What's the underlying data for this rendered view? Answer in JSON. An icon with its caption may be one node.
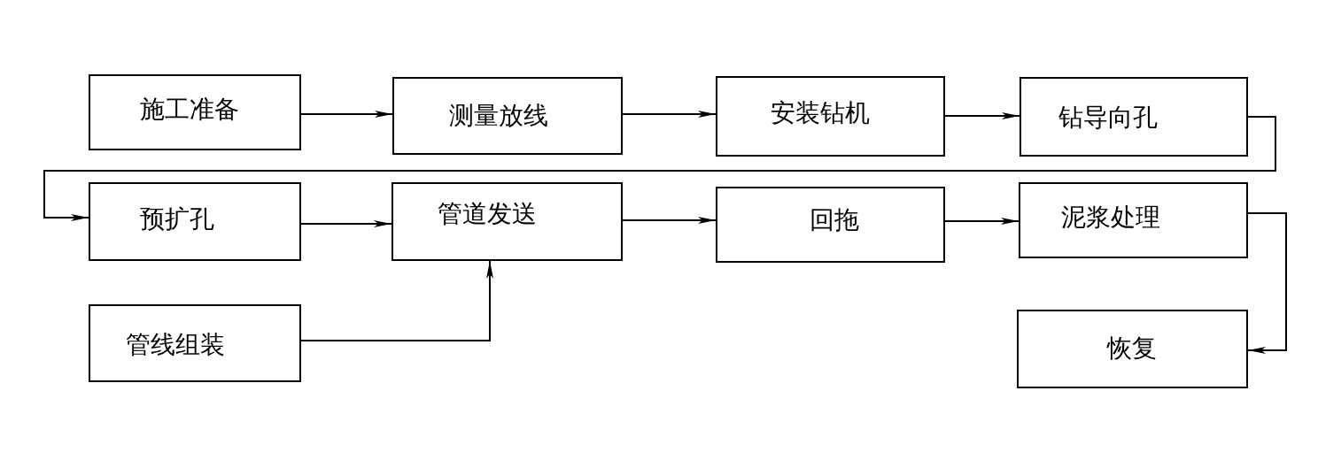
{
  "diagram": {
    "nodes": [
      {
        "text": [
          "施工准备"
        ]
      },
      {
        "text": [
          "测量放线"
        ]
      },
      {
        "text": [
          "安装钻机"
        ]
      },
      {
        "text": [
          "钻导向孔"
        ]
      },
      {
        "text": [
          "预扩孔"
        ]
      },
      {
        "text": [
          "管道发送"
        ]
      },
      {
        "text": [
          "回拖"
        ]
      },
      {
        "text": [
          "泥浆处理"
        ]
      },
      {
        "text": [
          "管线组装"
        ]
      },
      {
        "text": [
          "恢复"
        ]
      }
    ],
    "edges": [
      {
        "from": 0,
        "to": 1,
        "arrow": "to"
      },
      {
        "from": 1,
        "to": 2,
        "arrow": "to"
      },
      {
        "from": 2,
        "to": 3,
        "arrow": "to"
      },
      {
        "from": 3,
        "to": 4,
        "arrow": "to"
      },
      {
        "from": 4,
        "to": 5,
        "arrow": "to"
      },
      {
        "from": 5,
        "to": 6,
        "arrow": "to"
      },
      {
        "from": 6,
        "to": 7,
        "arrow": "to"
      },
      {
        "from": 8,
        "to": 5,
        "arrow": "to"
      },
      {
        "from": 7,
        "to": 9,
        "arrow": "to"
      }
    ]
  }
}
